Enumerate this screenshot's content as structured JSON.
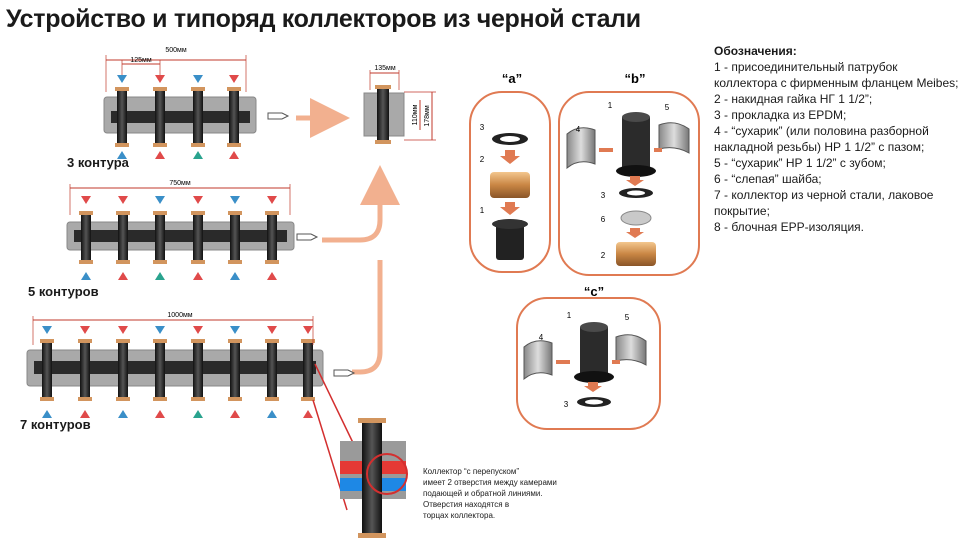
{
  "title": "Устройство и типоряд коллекторов из черной стали",
  "collectors": [
    {
      "label": "3 контура",
      "width_dim": "500мм",
      "pitch_dim": "125мм"
    },
    {
      "label": "5 контуров",
      "width_dim": "750мм"
    },
    {
      "label": "7 контуров",
      "width_dim": "1000мм"
    }
  ],
  "section_view": {
    "width_dim": "135мм",
    "height_inner": "110мм",
    "height_outer": "178мм"
  },
  "variants": [
    {
      "name": "“a”",
      "parts": [
        "3",
        "2",
        "1"
      ]
    },
    {
      "name": "“b”",
      "parts": [
        "1",
        "4",
        "5",
        "3",
        "6",
        "2"
      ]
    },
    {
      "name": "“c”",
      "parts": [
        "1",
        "4",
        "5",
        "3"
      ]
    }
  ],
  "legend": {
    "heading": "Обозначения:",
    "items": [
      "1 - присоединительный патрубок коллектора с фирменным фланцем Meibes;",
      "2 - накидная гайка НГ 1 1/2”;",
      "3 - прокладка из EPDM;",
      "4 - “сухарик” (или половина разборной накладной резьбы) НР 1 1/2” с пазом;",
      "5 - “сухарик” НР 1 1/2” с зубом;",
      "6 - “слепая” шайба;",
      "7 - коллектор из черной стали, лаковое покрытие;",
      "8 - блочная EPP-изоляция."
    ]
  },
  "bypass_note": [
    "Коллектор “с перепуском”",
    "имеет 2 отверстия между камерами",
    "подающей и обратной линиями.",
    "Отверстия находятся в",
    "торцах коллектора."
  ],
  "colors": {
    "accent": "#e07a52",
    "dim_red": "#c0392b",
    "insulation": "#9a9a9a",
    "pipe": "#2b2b2b"
  }
}
